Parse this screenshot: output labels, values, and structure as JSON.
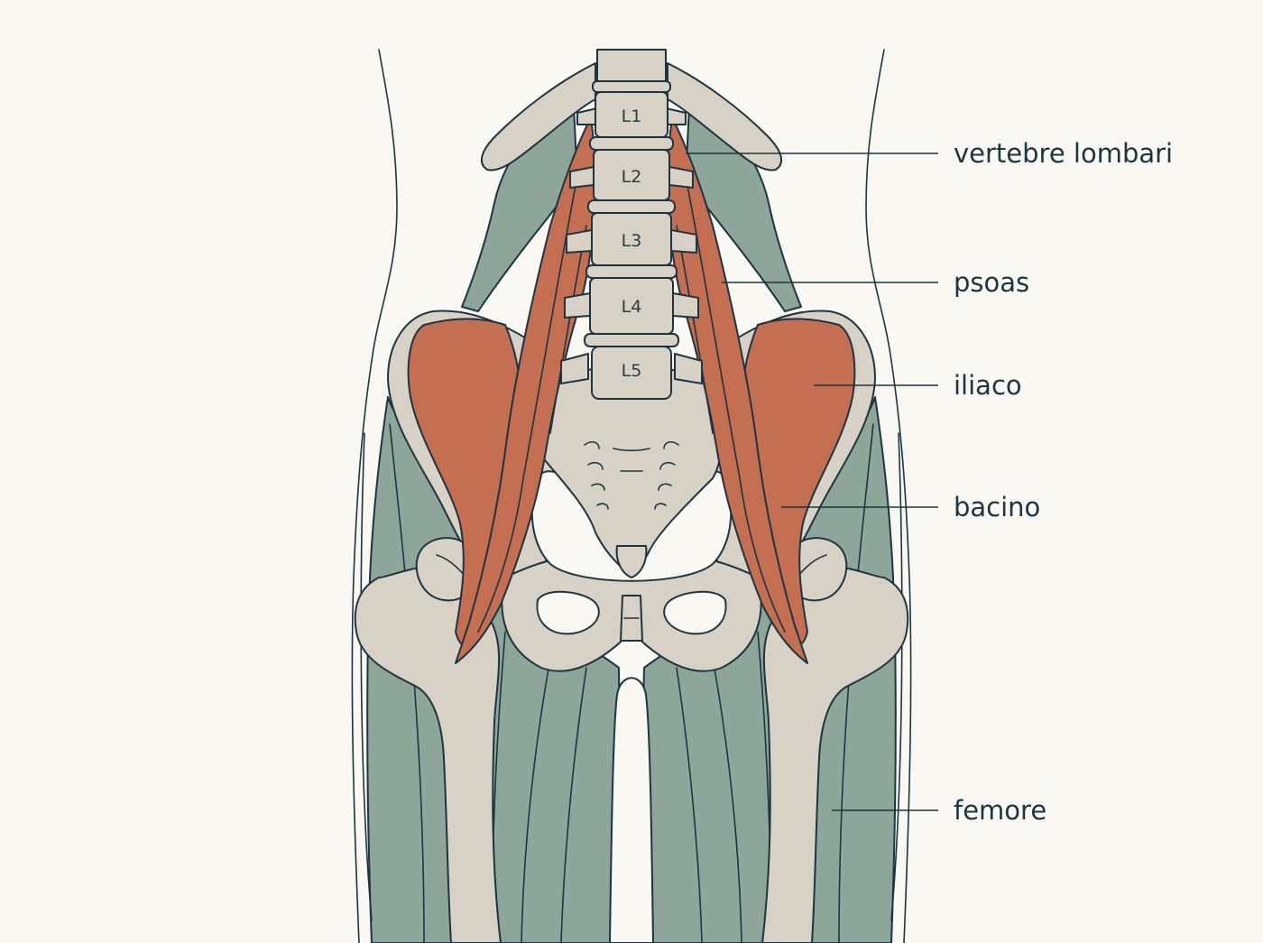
{
  "labels": {
    "lumbar": "vertebre lombari",
    "psoas": "psoas",
    "iliac": "iliaco",
    "pelvis": "bacino",
    "femur": "femore"
  },
  "vertebrae": [
    "L1",
    "L2",
    "L3",
    "L4",
    "L5"
  ],
  "colors": {
    "background": "#faf8f2",
    "outline": "#1d3441",
    "muscle_green": "#8ea699",
    "muscle_red": "#c46e52",
    "bone": "#d8d2c6"
  }
}
